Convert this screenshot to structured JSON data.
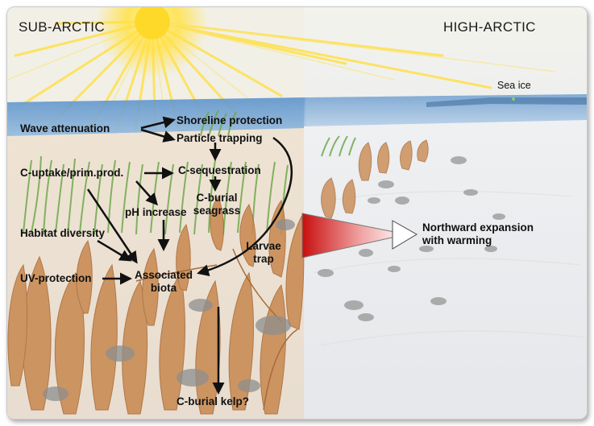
{
  "regions": {
    "sub_arctic": "SUB-ARCTIC",
    "high_arctic": "HIGH-ARCTIC"
  },
  "annotations": {
    "sea_ice": "Sea ice"
  },
  "drivers": {
    "wave_attenuation": "Wave attenuation",
    "c_uptake": "C-uptake/prim.prod.",
    "habitat_diversity": "Habitat diversity",
    "uv_protection": "UV-protection"
  },
  "services": {
    "shoreline_protection": "Shoreline protection",
    "particle_trapping": "Particle trapping",
    "c_sequestration": "C-sequestration",
    "c_burial_seagrass_line1": "C-burial",
    "c_burial_seagrass_line2": "seagrass",
    "ph_increase": "pH increase",
    "larvae_trap_line1": "Larvae",
    "larvae_trap_line2": "trap",
    "associated_biota_line1": "Associated",
    "associated_biota_line2": "biota",
    "c_burial_kelp": "C-burial kelp?"
  },
  "expansion": {
    "line1": "Northward expansion",
    "line2": "with warming"
  },
  "colors": {
    "arrow": "#111111",
    "wedge_start": "#cc1111",
    "wedge_end": "#ffffff",
    "kelp": "#c98a52",
    "seagrass": "#6fa84a",
    "sea": "#6e9fd0",
    "sand": "#ecebe7",
    "sun": "#ffd92a"
  }
}
